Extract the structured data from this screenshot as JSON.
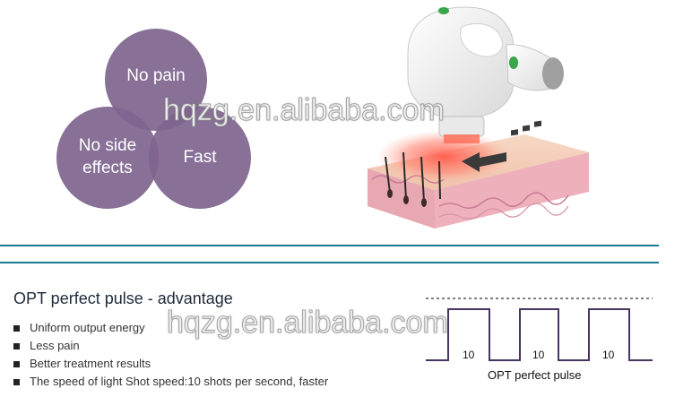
{
  "venn": {
    "top": "No pain",
    "left": "No side\neffects",
    "right": "Fast",
    "circle_color": "#7e648e"
  },
  "watermark": "hqzg.en.alibaba.com",
  "advantage": {
    "title": "OPT perfect pulse - advantage",
    "bullets": [
      "Uniform output energy",
      "Less pain",
      "Better treatment results",
      "The speed of light Shot speed:10 shots per second, faster"
    ]
  },
  "pulse_diagram": {
    "caption": "OPT perfect pulse",
    "labels": [
      "10",
      "10",
      "10"
    ]
  },
  "colors": {
    "divider": "#1a7d8d",
    "skin": "#f2c7b4",
    "handpiece_accent": "#3aa64a"
  }
}
